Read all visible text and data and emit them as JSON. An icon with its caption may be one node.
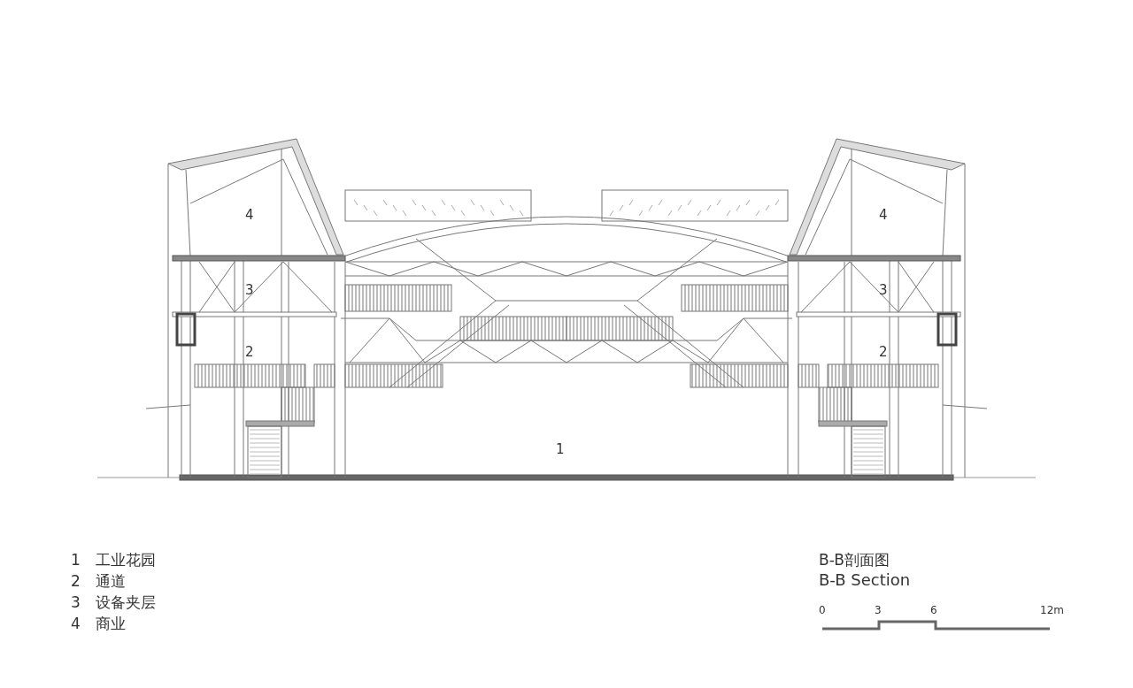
{
  "diagram": {
    "labels": [
      "4",
      "4",
      "3",
      "3",
      "2",
      "2",
      "1",
      "1",
      "工业花园",
      "2",
      "通道",
      "3",
      "设备夹层",
      "4",
      "商业",
      "B-B剖面图",
      "B-B Section",
      "0",
      "3",
      "6",
      "12m"
    ]
  }
}
